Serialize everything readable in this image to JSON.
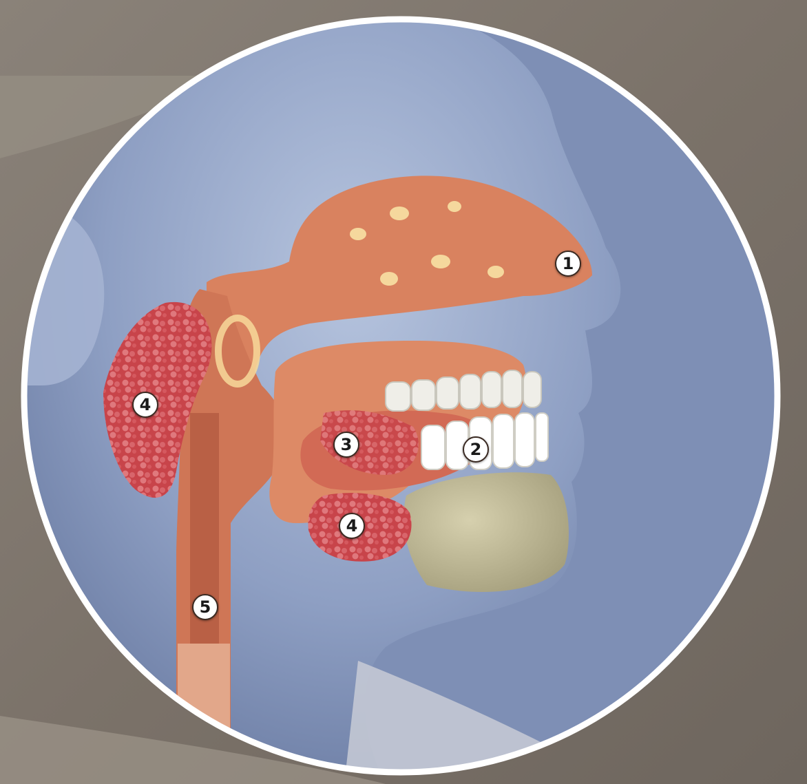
{
  "diagram": {
    "markers": [
      {
        "id": "m1",
        "label": "1"
      },
      {
        "id": "m2",
        "label": "2"
      },
      {
        "id": "m3",
        "label": "3"
      },
      {
        "id": "m4a",
        "label": "4"
      },
      {
        "id": "m4b",
        "label": "4"
      },
      {
        "id": "m5",
        "label": "5"
      }
    ]
  },
  "colors": {
    "background": "#7a7168",
    "frame": "#ffffff",
    "skin": "#8fa0c4",
    "tissue": "#d9825f",
    "gland": "#c9474c",
    "teeth": "#f0f0ec",
    "bone": "#b8b28c"
  }
}
